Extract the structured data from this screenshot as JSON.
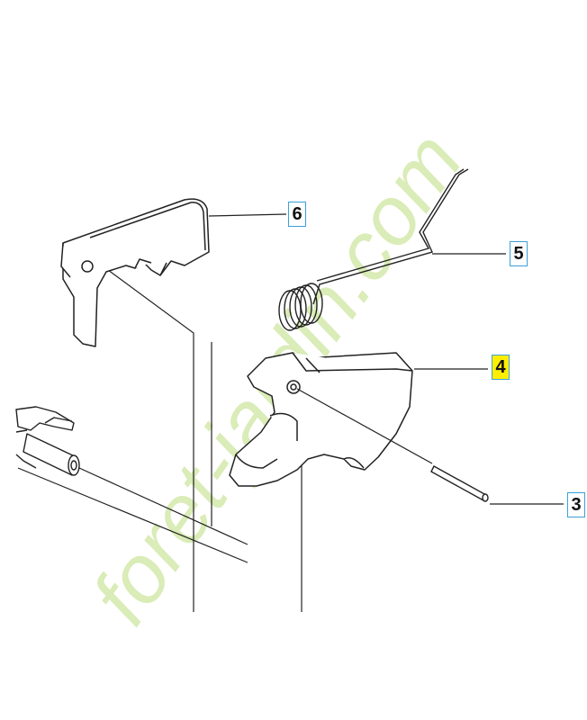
{
  "labels": {
    "part_6": "6",
    "part_5": "5",
    "part_4": "4",
    "part_3": "3"
  },
  "watermark": {
    "text": "foret-jardin.com",
    "color_green": "#cfe6a0",
    "color_grey": "#cdc4bc"
  },
  "colors": {
    "line": "#222222",
    "label_border": "#3aa0d8",
    "highlight": "#ffee00"
  }
}
